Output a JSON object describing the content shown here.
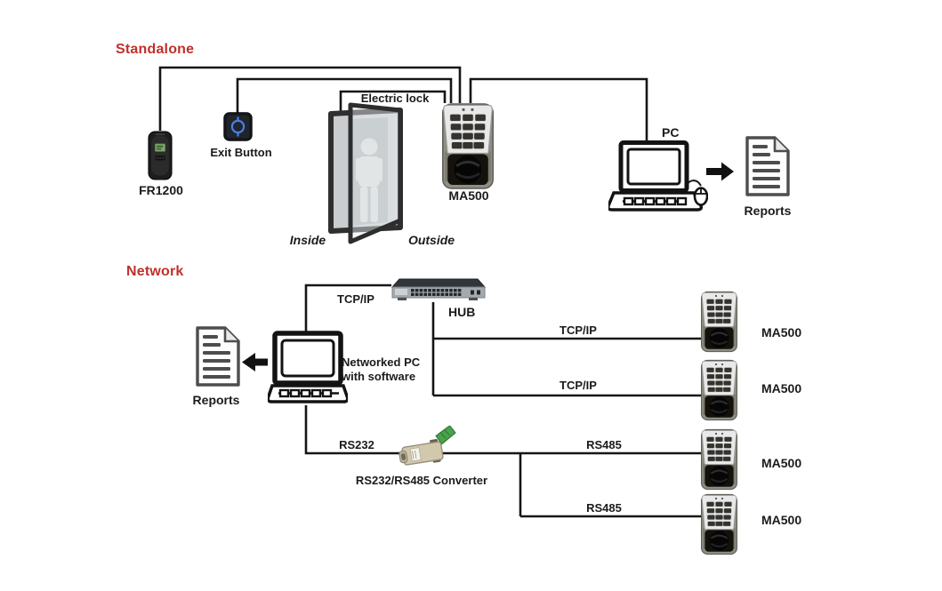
{
  "sections": {
    "standalone": {
      "title": "Standalone",
      "fr1200_label": "FR1200",
      "exit_button_label": "Exit Button",
      "electric_lock_label": "Electric lock",
      "inside_label": "Inside",
      "outside_label": "Outside",
      "ma500_label": "MA500",
      "pc_label": "PC",
      "reports_label": "Reports"
    },
    "network": {
      "title": "Network",
      "reports_label": "Reports",
      "pc_label_line1": "Networked PC",
      "pc_label_line2": "with software",
      "hub_link_label": "TCP/IP",
      "hub_label": "HUB",
      "rs232_label": "RS232",
      "converter_label": "RS232/RS485 Converter",
      "terminals": [
        {
          "link": "TCP/IP",
          "label": "MA500"
        },
        {
          "link": "TCP/IP",
          "label": "MA500"
        },
        {
          "link": "RS485",
          "label": "MA500"
        },
        {
          "link": "RS485",
          "label": "MA500"
        }
      ]
    }
  },
  "icons": {
    "fr1200": "fingerprint-reader-icon",
    "exit_button": "exit-button-icon",
    "door": "open-door-illustration",
    "ma500": "keypad-access-control-icon",
    "pc": "laptop-computer-icon",
    "mouse": "mouse-icon",
    "reports": "report-document-icon",
    "hub": "network-switch-icon",
    "converter": "serial-converter-icon",
    "arrow": "flow-arrow-icon"
  },
  "colors": {
    "heading_red": "#c0302c",
    "diagram_line": "#161616",
    "exit_button_blue": "#4a7fe8",
    "converter_green": "#4aa24a",
    "fingerprint_green": "#7fa86a"
  }
}
